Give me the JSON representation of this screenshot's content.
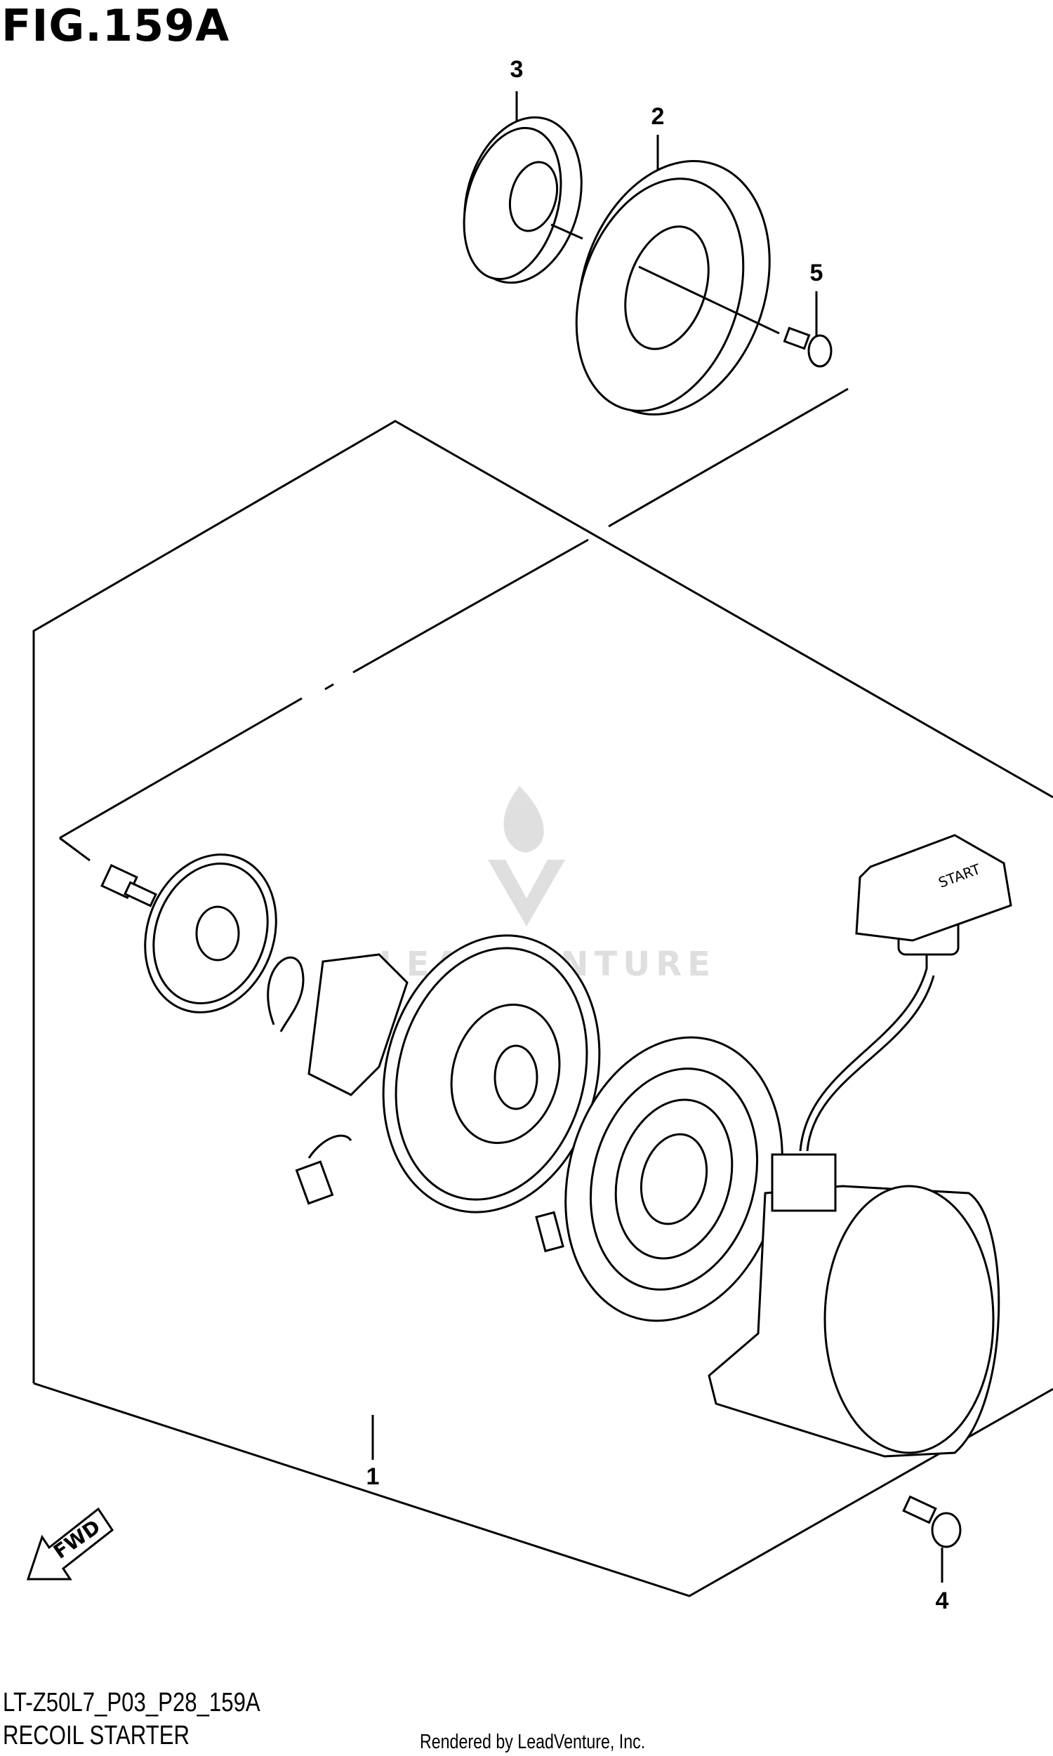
{
  "figure": {
    "title": "FIG.159A",
    "code": "LT-Z50L7_P03_P28_159A",
    "name": "RECOIL STARTER",
    "credit": "Rendered by LeadVenture, Inc.",
    "watermark": "LEADVENTURE",
    "fwd_label": "FWD",
    "handle_label": "START"
  },
  "callouts": [
    "1",
    "2",
    "3",
    "4",
    "5"
  ]
}
